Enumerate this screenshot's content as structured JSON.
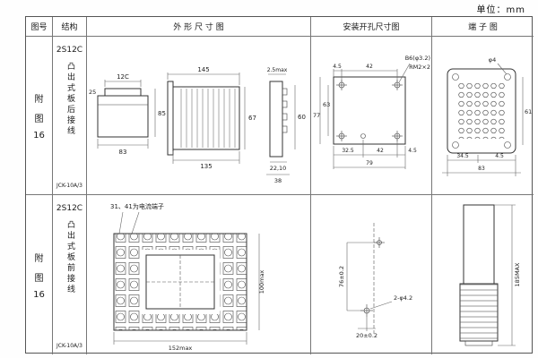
{
  "unit_label": "单位：mm",
  "headers": {
    "fig_no": "图号",
    "structure": "结构",
    "outline": "外 形 尺 寸 图",
    "mounting": "安装开孔尺寸图",
    "terminal": "端 子 图"
  },
  "rows": [
    {
      "fig_lines": [
        "附",
        "图",
        "16"
      ],
      "structure_code": "2S12C",
      "structure_desc": "凸出式板后接线",
      "model": "JCK-10A/3",
      "outline": {
        "w145": "145",
        "t25max": "2.5max",
        "w12c": "12C",
        "h25": "25",
        "w83": "83",
        "h85": "85",
        "h67": "67",
        "h60": "60",
        "w135": "135",
        "w2210": "22,10",
        "w38": "38"
      },
      "mounting": {
        "off45t": "4.5",
        "p42t": "42",
        "thread": "B6(φ3.2)",
        "rm": "RM2×2",
        "h77": "77",
        "h63": "63",
        "w325": "32.5",
        "p42b": "42",
        "off45b": "4.5",
        "w79": "79"
      },
      "terminal": {
        "phi4": "φ4",
        "h61": "61",
        "w345": "34.5",
        "off45": "4.5",
        "w83": "83"
      }
    },
    {
      "fig_lines": [
        "附",
        "图",
        "16"
      ],
      "structure_code": "2S12C",
      "structure_desc": "凸出式板前接线",
      "model": "JCK-10A/3",
      "outline": {
        "note": "31、41为电流端子",
        "h100": "100max",
        "w152": "152max"
      },
      "mounting": {
        "v76": "76±0.2",
        "holes": "2-φ4.2",
        "w20": "20±0.2"
      },
      "terminal": {
        "h185": "185MAX"
      }
    }
  ]
}
